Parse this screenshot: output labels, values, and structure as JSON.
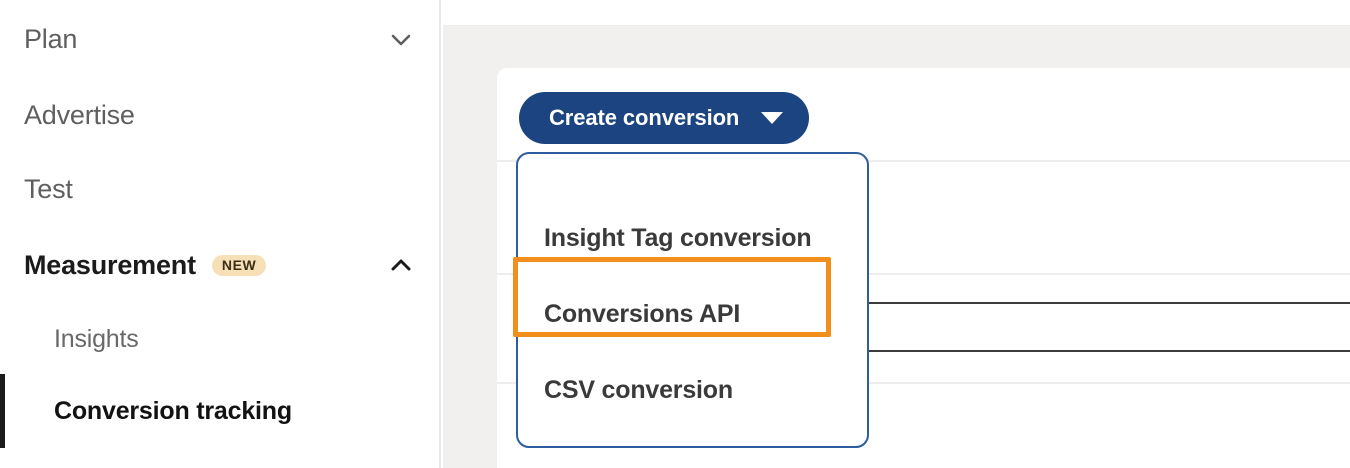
{
  "app": {
    "accent_blue": "#1b4480",
    "menu_border_blue": "#2f5c9e",
    "highlight_orange": "#f28e1c",
    "badge_background": "#f7e0b8",
    "page_background": "#f1f0ee"
  },
  "sidebar": {
    "items": [
      {
        "label": "Plan",
        "icon": "chevron-down-icon",
        "expanded": false,
        "active": false,
        "badge": null
      },
      {
        "label": "Advertise",
        "icon": null,
        "expanded": false,
        "active": false,
        "badge": null
      },
      {
        "label": "Test",
        "icon": null,
        "expanded": false,
        "active": false,
        "badge": null
      },
      {
        "label": "Measurement",
        "icon": "chevron-up-icon",
        "expanded": true,
        "active": true,
        "badge": "NEW"
      }
    ],
    "sub_items": [
      {
        "label": "Insights",
        "current": false
      },
      {
        "label": "Conversion tracking",
        "current": true
      }
    ]
  },
  "toolbar": {
    "create_conversion_label": "Create conversion",
    "caret_icon": "caret-down-icon"
  },
  "dropdown": {
    "open": true,
    "items": [
      {
        "label": "Insight Tag conversion",
        "highlighted": false
      },
      {
        "label": "Conversions API",
        "highlighted": true
      },
      {
        "label": "CSV conversion",
        "highlighted": false
      }
    ]
  },
  "search": {
    "value": "",
    "placeholder": ""
  }
}
